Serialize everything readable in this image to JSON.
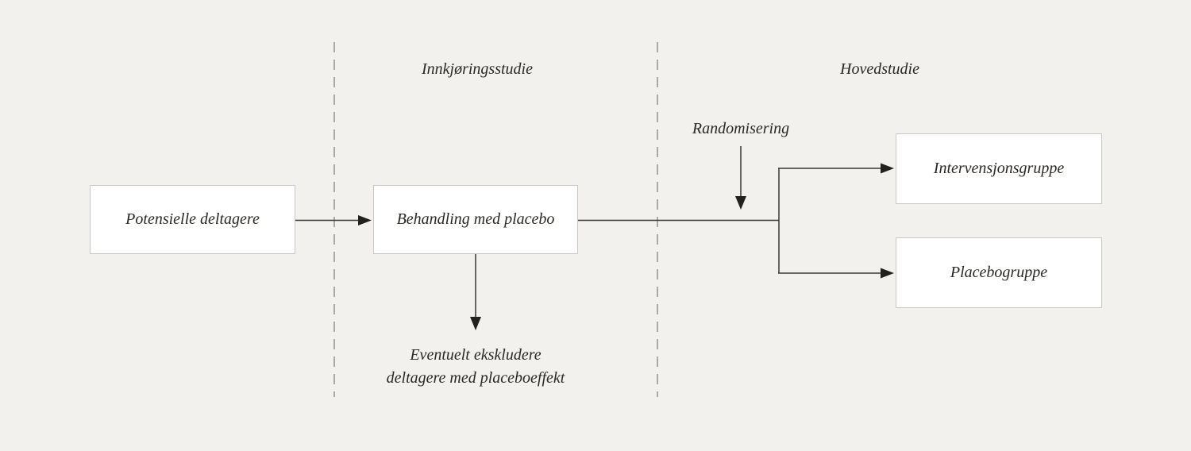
{
  "diagram": {
    "sections": {
      "runin_label": "Innkjøringsstudie",
      "main_label": "Hovedstudie"
    },
    "nodes": {
      "potential_participants": "Potensielle deltagere",
      "placebo_treatment": "Behandling med placebo",
      "intervention_group": "Intervensjonsgruppe",
      "placebo_group": "Placebogruppe"
    },
    "annotations": {
      "randomisation": "Randomisering",
      "exclusion_line1": "Eventuelt ekskludere",
      "exclusion_line2": "deltagere med placeboeffekt"
    },
    "colors": {
      "background": "#f2f1ee",
      "box_fill": "#ffffff",
      "box_border": "#c9c8c5",
      "connector_line": "#3a3835",
      "arrowhead": "#23211e",
      "dashed_divider": "#8b8a87",
      "text": "#2a2824"
    }
  }
}
